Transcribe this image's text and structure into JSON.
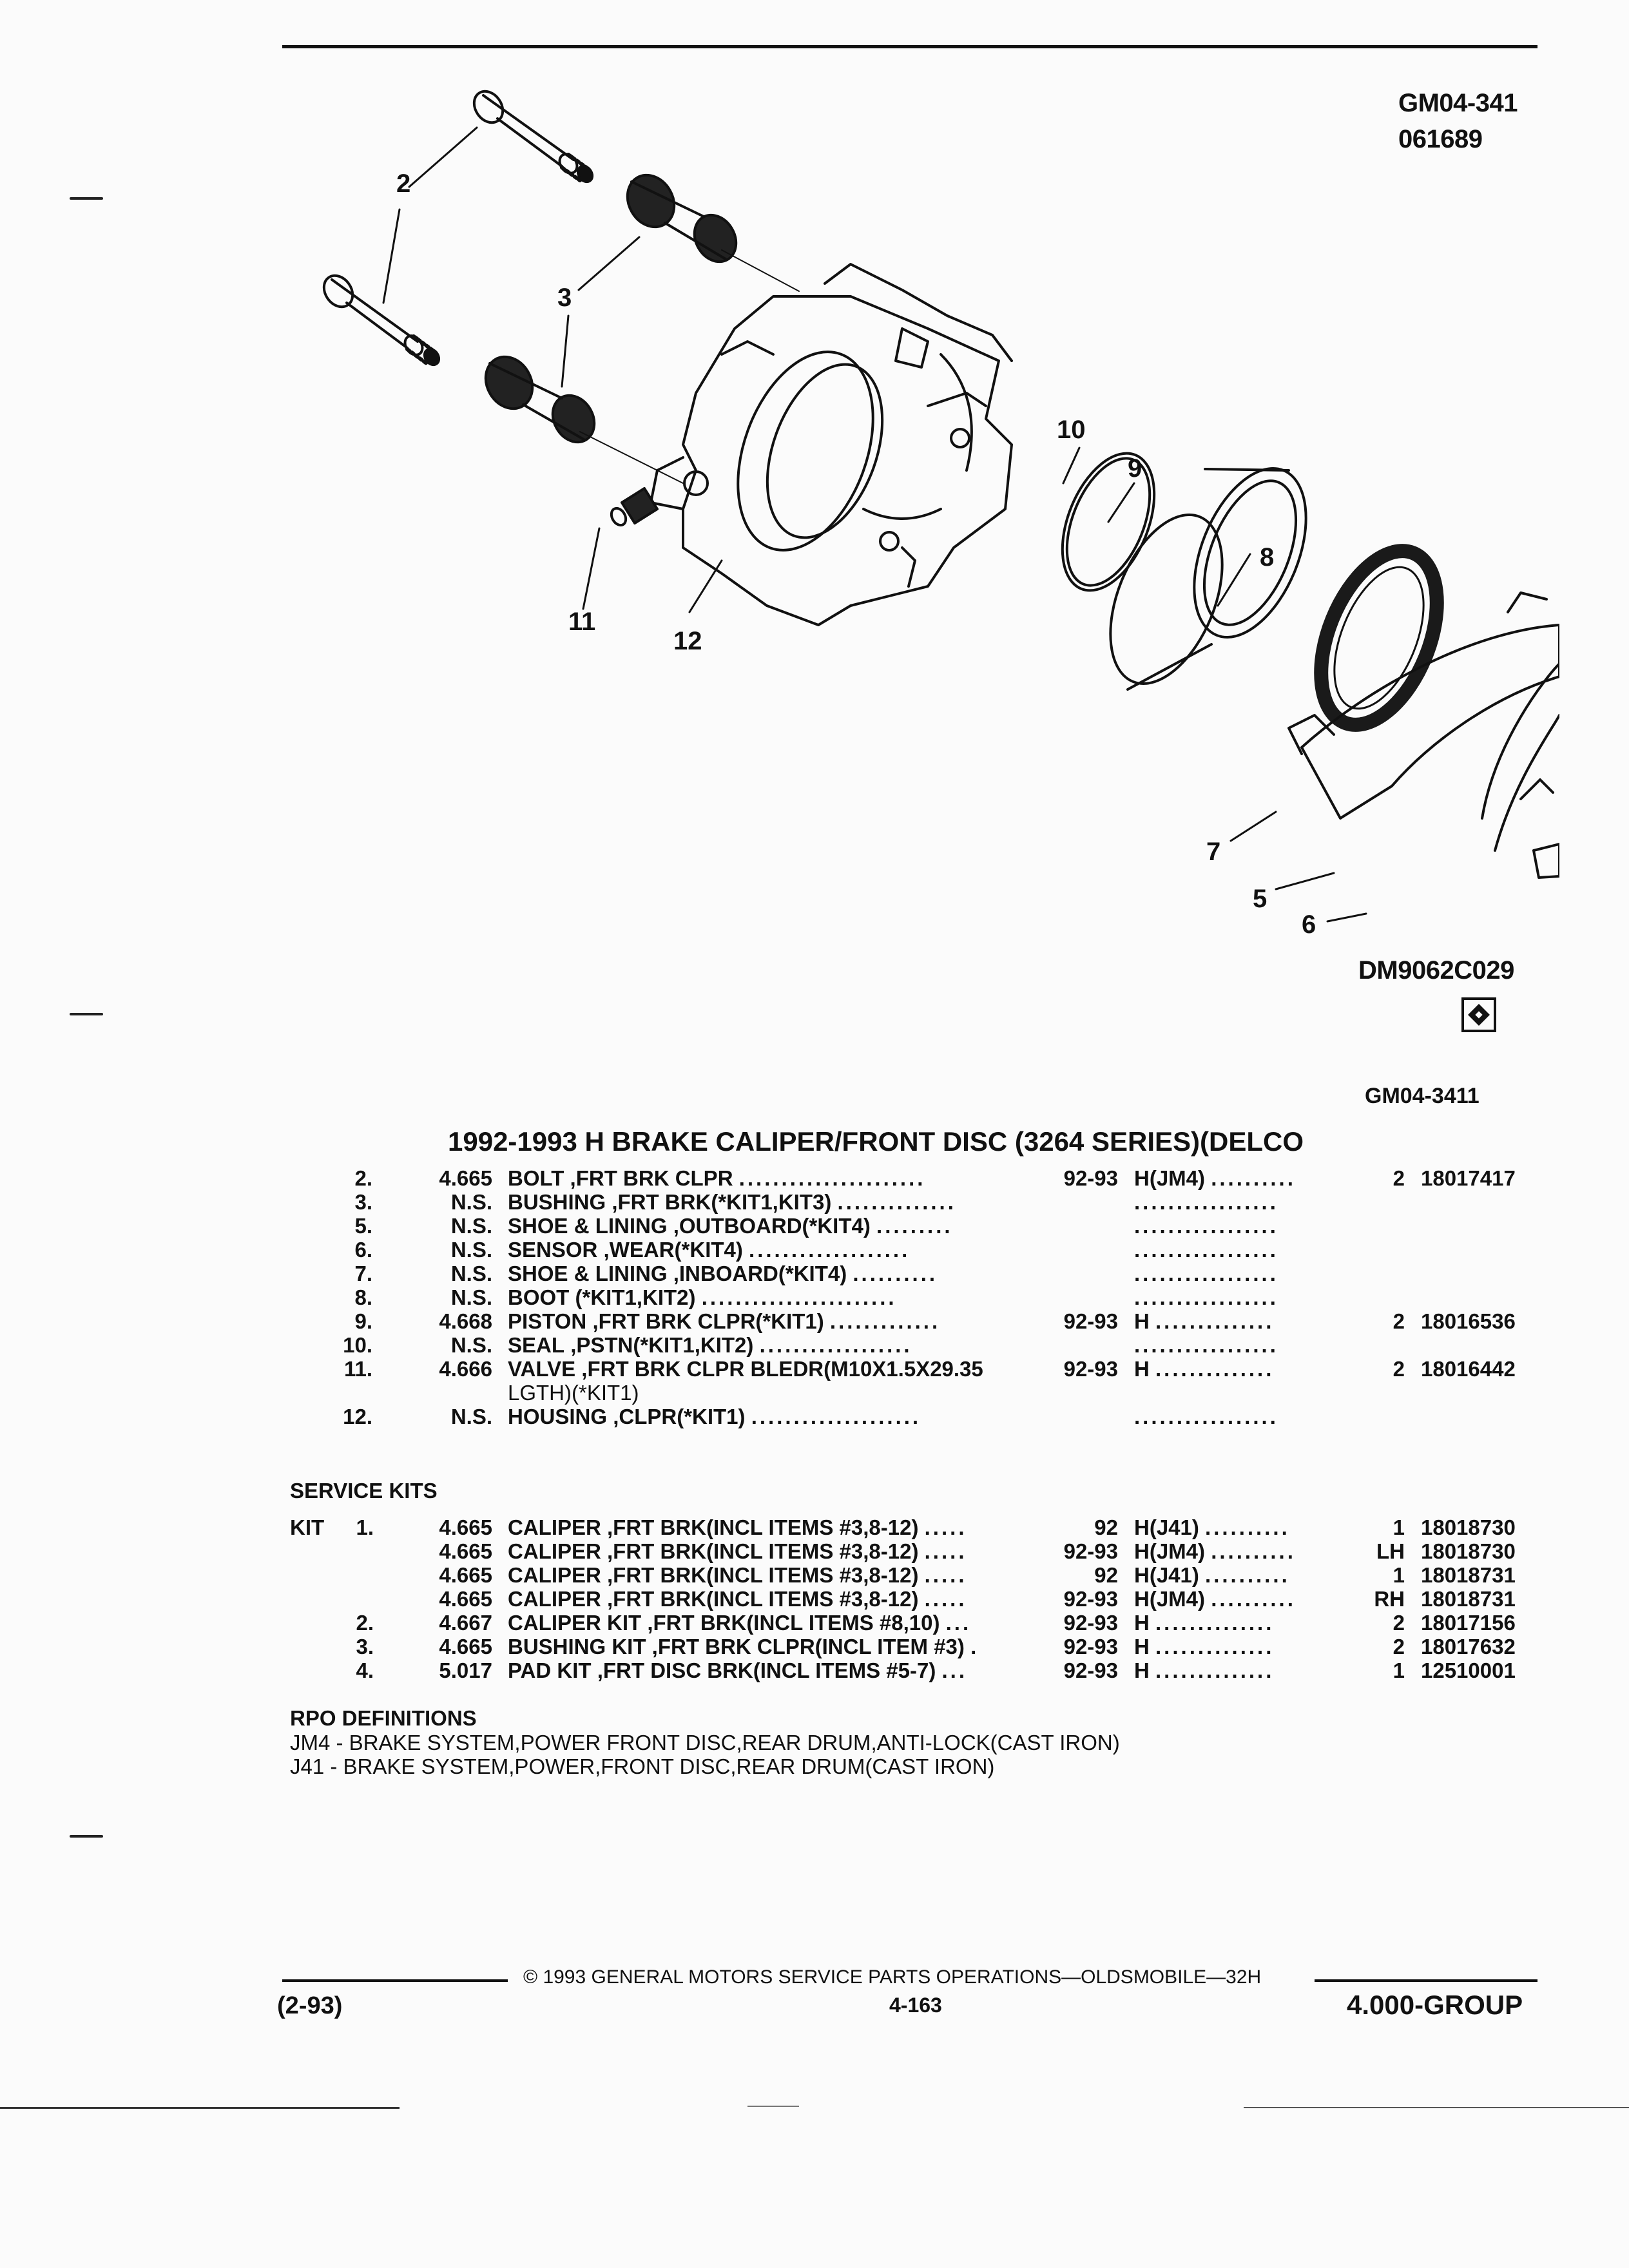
{
  "header": {
    "code_line1": "GM04-341",
    "code_line2": "061689"
  },
  "diagram": {
    "callouts": [
      "2",
      "3",
      "10",
      "9",
      "8",
      "11",
      "12",
      "7",
      "5",
      "6"
    ],
    "ref_code": "DM9062C029",
    "sub_code": "GM04-3411"
  },
  "section_title": "1992-1993 H BRAKE CALIPER/FRONT DISC (3264 SERIES)(DELCO",
  "parts": [
    {
      "item": "2.",
      "price": "4.665",
      "name": "BOLT",
      "desc": ",FRT BRK CLPR",
      "dots": "......................",
      "year": "92-93",
      "app": "H(JM4)",
      "adots": "..........",
      "qty": "2",
      "pn": "18017417"
    },
    {
      "item": "3.",
      "price": "N.S.",
      "name": "BUSHING",
      "desc": ",FRT BRK(*KIT1,KIT3)",
      "dots": "..............",
      "year": "",
      "app": "",
      "adots": ".................",
      "qty": "",
      "pn": ""
    },
    {
      "item": "5.",
      "price": "N.S.",
      "name": "SHOE & LINING",
      "desc": ",OUTBOARD(*KIT4)",
      "dots": ".........",
      "year": "",
      "app": "",
      "adots": ".................",
      "qty": "",
      "pn": ""
    },
    {
      "item": "6.",
      "price": "N.S.",
      "name": "SENSOR",
      "desc": ",WEAR(*KIT4)",
      "dots": "...................",
      "year": "",
      "app": "",
      "adots": ".................",
      "qty": "",
      "pn": ""
    },
    {
      "item": "7.",
      "price": "N.S.",
      "name": "SHOE & LINING",
      "desc": ",INBOARD(*KIT4)",
      "dots": "..........",
      "year": "",
      "app": "",
      "adots": ".................",
      "qty": "",
      "pn": ""
    },
    {
      "item": "8.",
      "price": "N.S.",
      "name": "BOOT",
      "desc": "(*KIT1,KIT2)",
      "dots": ".......................",
      "year": "",
      "app": "",
      "adots": ".................",
      "qty": "",
      "pn": ""
    },
    {
      "item": "9.",
      "price": "4.668",
      "name": "PISTON",
      "desc": ",FRT BRK CLPR(*KIT1)",
      "dots": ".............",
      "year": "92-93",
      "app": "H",
      "adots": "..............",
      "qty": "2",
      "pn": "18016536"
    },
    {
      "item": "10.",
      "price": "N.S.",
      "name": "SEAL",
      "desc": ",PSTN(*KIT1,KIT2)",
      "dots": "..................",
      "year": "",
      "app": "",
      "adots": ".................",
      "qty": "",
      "pn": ""
    },
    {
      "item": "11.",
      "price": "4.666",
      "name": "VALVE",
      "desc": ",FRT BRK CLPR BLEDR(M10X1.5X29.35",
      "dots": "",
      "year": "92-93",
      "app": "H",
      "adots": "..............",
      "qty": "2",
      "pn": "18016442"
    },
    {
      "item": "",
      "price": "",
      "name": "",
      "desc": "LGTH)(*KIT1)",
      "dots": "",
      "year": "",
      "app": "",
      "adots": "",
      "qty": "",
      "pn": ""
    },
    {
      "item": "12.",
      "price": "N.S.",
      "name": "HOUSING",
      "desc": ",CLPR(*KIT1)",
      "dots": "....................",
      "year": "",
      "app": "",
      "adots": ".................",
      "qty": "",
      "pn": ""
    }
  ],
  "service_kits": {
    "heading": "SERVICE KITS",
    "kit_label": "KIT",
    "rows": [
      {
        "num": "1.",
        "price": "4.665",
        "name": "CALIPER",
        "desc": ",FRT BRK(INCL ITEMS #3,8-12)",
        "dots": ".....",
        "year": "92",
        "app": "H(J41)",
        "adots": "..........",
        "qty": "1",
        "pn": "18018730"
      },
      {
        "num": "",
        "price": "4.665",
        "name": "CALIPER",
        "desc": ",FRT BRK(INCL ITEMS #3,8-12)",
        "dots": ".....",
        "year": "92-93",
        "app": "H(JM4)",
        "adots": "..........",
        "qty": "LH",
        "pn": "18018730"
      },
      {
        "num": "",
        "price": "4.665",
        "name": "CALIPER",
        "desc": ",FRT BRK(INCL ITEMS #3,8-12)",
        "dots": ".....",
        "year": "92",
        "app": "H(J41)",
        "adots": "..........",
        "qty": "1",
        "pn": "18018731"
      },
      {
        "num": "",
        "price": "4.665",
        "name": "CALIPER",
        "desc": ",FRT BRK(INCL ITEMS #3,8-12)",
        "dots": ".....",
        "year": "92-93",
        "app": "H(JM4)",
        "adots": "..........",
        "qty": "RH",
        "pn": "18018731"
      },
      {
        "num": "2.",
        "price": "4.667",
        "name": "CALIPER KIT",
        "desc": ",FRT BRK(INCL ITEMS #8,10)",
        "dots": "...",
        "year": "92-93",
        "app": "H",
        "adots": "..............",
        "qty": "2",
        "pn": "18017156"
      },
      {
        "num": "3.",
        "price": "4.665",
        "name": "BUSHING KIT",
        "desc": ",FRT BRK CLPR(INCL ITEM #3)",
        "dots": ".",
        "year": "92-93",
        "app": "H",
        "adots": "..............",
        "qty": "2",
        "pn": "18017632"
      },
      {
        "num": "4.",
        "price": "5.017",
        "name": "PAD KIT",
        "desc": ",FRT DISC BRK(INCL ITEMS #5-7)",
        "dots": "...",
        "year": "92-93",
        "app": "H",
        "adots": "..............",
        "qty": "1",
        "pn": "12510001"
      }
    ]
  },
  "rpo": {
    "heading": "RPO DEFINITIONS",
    "lines": [
      "JM4 - BRAKE SYSTEM,POWER FRONT DISC,REAR DRUM,ANTI-LOCK(CAST IRON)",
      "J41 - BRAKE SYSTEM,POWER,FRONT DISC,REAR DRUM(CAST IRON)"
    ]
  },
  "footer": {
    "copyright": "© 1993 GENERAL MOTORS SERVICE PARTS OPERATIONS—OLDSMOBILE—32H",
    "date": "(2-93)",
    "page": "4-163",
    "group": "4.000-GROUP"
  }
}
